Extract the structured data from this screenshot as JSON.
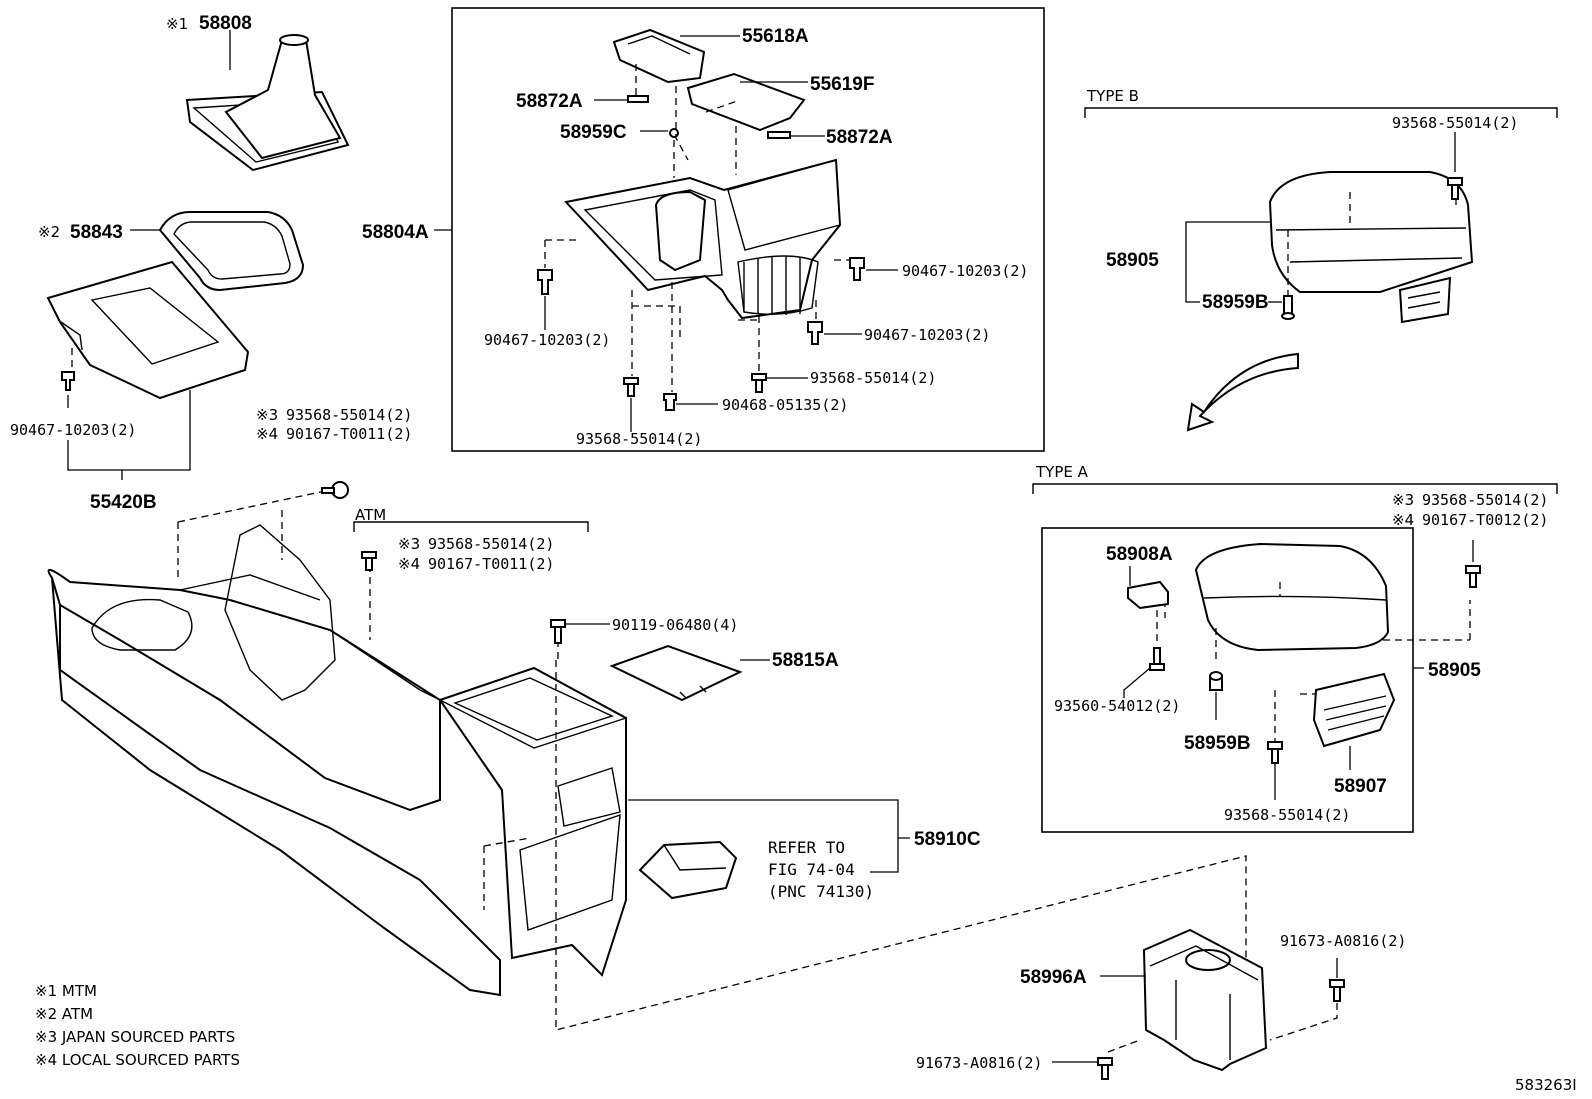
{
  "labels": {
    "p58808": "58808",
    "p58843": "58843",
    "p55420B": "55420B",
    "p90467_left": "90467-10203(2)",
    "p93568_ml": "93568-55014(2)",
    "p90167_ml": "90167-T0011(2)",
    "atm_title": "ATM",
    "p93568_atm": "93568-55014(2)",
    "p90167_atm": "90167-T0011(2)",
    "p55618A": "55618A",
    "p55619F": "55619F",
    "p58872A_1": "58872A",
    "p58872A_2": "58872A",
    "p58959C": "58959C",
    "p58804A": "58804A",
    "p90467_a": "90467-10203(2)",
    "p90467_b": "90467-10203(2)",
    "p90467_c": "90467-10203(2)",
    "p93568_a": "93568-55014(2)",
    "p93568_b": "93568-55014(2)",
    "p90468": "90468-05135(2)",
    "p90119": "90119-06480(4)",
    "p58815A": "58815A",
    "p58910C": "58910C",
    "refer_1": "REFER TO",
    "refer_2": "FIG 74-04",
    "refer_3": "(PNC 74130)",
    "type_b": "TYPE B",
    "p93568_tb": "93568-55014(2)",
    "p58905_b": "58905",
    "p58959B_b": "58959B",
    "type_a": "TYPE A",
    "p93568_ta": "93568-55014(2)",
    "p90167_ta": "90167-T0012(2)",
    "p58908A": "58908A",
    "p93560": "93560-54012(2)",
    "p58959B_a": "58959B",
    "p58905_a": "58905",
    "p58907": "58907",
    "p93568_ta2": "93568-55014(2)",
    "p58996A": "58996A",
    "p91673_r": "91673-A0816(2)",
    "p91673_l": "91673-A0816(2)",
    "note_mark_1": "※1",
    "note_mark_2": "※2",
    "note_mark_3": "※3",
    "note_mark_4": "※4",
    "legend_1": "※1 MTM",
    "legend_2": "※2 ATM",
    "legend_3": "※3 JAPAN SOURCED PARTS",
    "legend_4": "※4 LOCAL SOURCED PARTS",
    "figure_id": "583263I"
  }
}
